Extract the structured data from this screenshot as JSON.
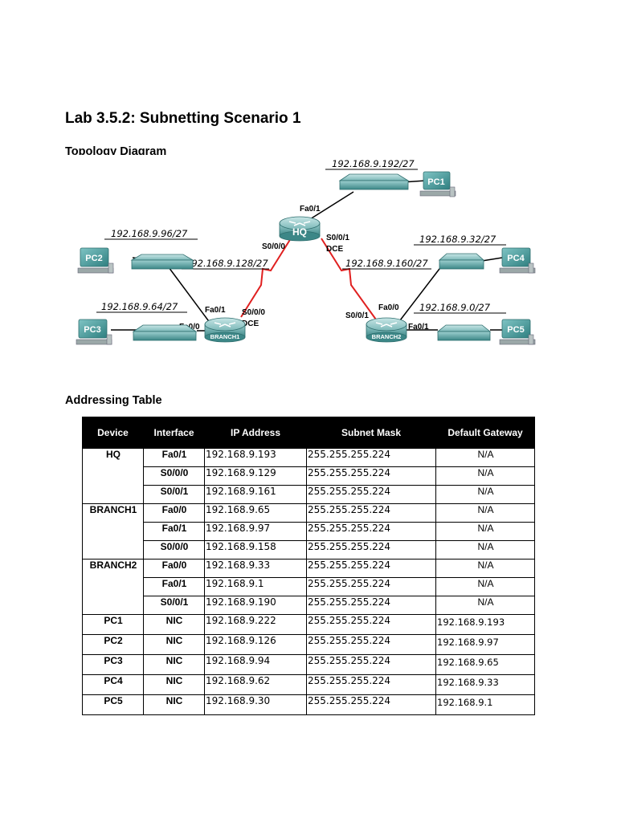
{
  "title": "Lab 3.5.2: Subnetting Scenario 1",
  "topology": {
    "heading": "Topology Diagram",
    "devices": {
      "hq": "HQ",
      "branch1": "BRANCH1",
      "branch2": "BRANCH2",
      "pc1": "PC1",
      "pc2": "PC2",
      "pc3": "PC3",
      "pc4": "PC4",
      "pc5": "PC5"
    },
    "networks": {
      "hq_lan": "192.168.9.192/27",
      "b1_lan_fa01": "192.168.9.96/27",
      "b1_lan_fa00": "192.168.9.64/27",
      "hq_b1_wan": "192.168.9.128/27",
      "hq_b2_wan": "192.168.9.160/27",
      "b2_lan_fa00": "192.168.9.32/27",
      "b2_lan_fa01": "192.168.9.0/27"
    },
    "interfaces": {
      "hq_fa01": "Fa0/1",
      "hq_s000": "S0/0/0",
      "hq_s001": "S0/0/1",
      "hq_dce": "DCE",
      "b1_fa01": "Fa0/1",
      "b1_fa00": "Fa0/0",
      "b1_s000": "S0/0/0",
      "b1_dce": "DCE",
      "b2_s001": "S0/0/1",
      "b2_fa00": "Fa0/0",
      "b2_fa01": "Fa0/1"
    },
    "colors": {
      "serial_link": "#e02020",
      "ethernet_link": "#000000",
      "device_teal": "#4a9a9a"
    }
  },
  "addressing": {
    "heading": "Addressing Table",
    "columns": [
      "Device",
      "Interface",
      "IP Address",
      "Subnet Mask",
      "Default Gateway"
    ],
    "rows": [
      {
        "device": "HQ",
        "interface": "Fa0/1",
        "ip": "192.168.9.193",
        "mask": "255.255.255.224",
        "gateway": "N/A"
      },
      {
        "device": "",
        "interface": "S0/0/0",
        "ip": "192.168.9.129",
        "mask": "255.255.255.224",
        "gateway": "N/A"
      },
      {
        "device": "",
        "interface": "S0/0/1",
        "ip": "192.168.9.161",
        "mask": "255.255.255.224",
        "gateway": "N/A"
      },
      {
        "device": "BRANCH1",
        "interface": "Fa0/0",
        "ip": "192.168.9.65",
        "mask": "255.255.255.224",
        "gateway": "N/A"
      },
      {
        "device": "",
        "interface": "Fa0/1",
        "ip": "192.168.9.97",
        "mask": "255.255.255.224",
        "gateway": "N/A"
      },
      {
        "device": "",
        "interface": "S0/0/0",
        "ip": "192.168.9.158",
        "mask": "255.255.255.224",
        "gateway": "N/A"
      },
      {
        "device": "BRANCH2",
        "interface": "Fa0/0",
        "ip": "192.168.9.33",
        "mask": "255.255.255.224",
        "gateway": "N/A"
      },
      {
        "device": "",
        "interface": "Fa0/1",
        "ip": "192.168.9.1",
        "mask": "255.255.255.224",
        "gateway": "N/A"
      },
      {
        "device": "",
        "interface": "S0/0/1",
        "ip": "192.168.9.190",
        "mask": "255.255.255.224",
        "gateway": "N/A"
      },
      {
        "device": "PC1",
        "interface": "NIC",
        "ip": "192.168.9.222",
        "mask": "255.255.255.224",
        "gateway": "192.168.9.193"
      },
      {
        "device": "PC2",
        "interface": "NIC",
        "ip": "192.168.9.126",
        "mask": "255.255.255.224",
        "gateway": "192.168.9.97"
      },
      {
        "device": "PC3",
        "interface": "NIC",
        "ip": "192.168.9.94",
        "mask": "255.255.255.224",
        "gateway": "192.168.9.65"
      },
      {
        "device": "PC4",
        "interface": "NIC",
        "ip": "192.168.9.62",
        "mask": "255.255.255.224",
        "gateway": "192.168.9.33"
      },
      {
        "device": "PC5",
        "interface": "NIC",
        "ip": "192.168.9.30",
        "mask": "255.255.255.224",
        "gateway": "192.168.9.1"
      }
    ]
  }
}
